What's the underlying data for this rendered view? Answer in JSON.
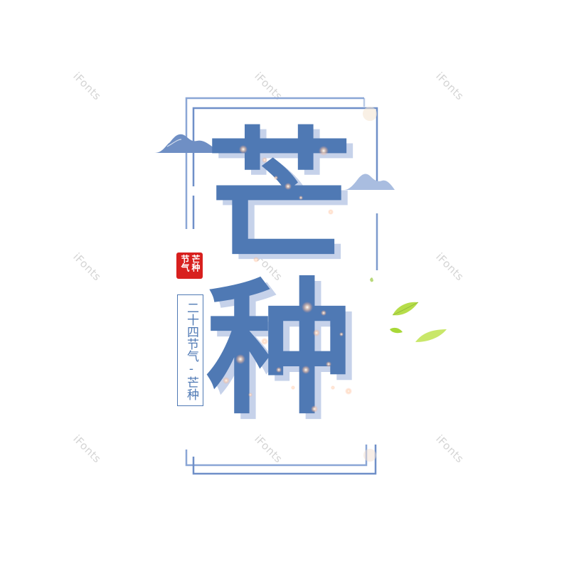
{
  "watermark": {
    "text": "iFonts"
  },
  "title": {
    "char_1": "芒",
    "char_2": "种"
  },
  "side_label": {
    "text": "二十四节气-芒种"
  },
  "seal": {
    "text": "芒种节气"
  },
  "colors": {
    "primary_blue": "#4f79b4",
    "shadow_blue": "#c6d2ea",
    "frame_blue": "#7b9bd0",
    "seal_red": "#d8201e",
    "leaf_green": "#a8d838",
    "watermark_gray": "#d4d4d4"
  }
}
